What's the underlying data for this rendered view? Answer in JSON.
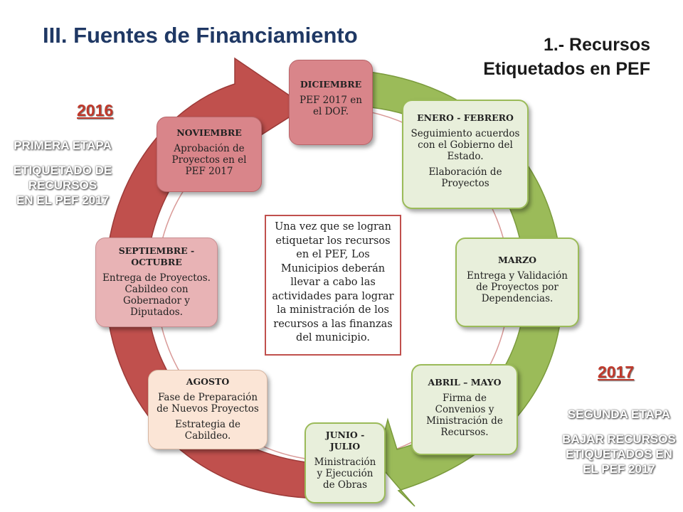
{
  "title": "III. Fuentes de Financiamiento",
  "subtitle": {
    "line1": "1.- Recursos",
    "line2": "Etiquetados en PEF"
  },
  "years": {
    "first": "2016",
    "second": "2017"
  },
  "stage_left": {
    "name": "PRIMERA ETAPA",
    "desc_line1": "ETIQUETADO DE",
    "desc_line2": "RECURSOS",
    "desc_line3": "EN EL PEF 2017"
  },
  "stage_right": {
    "name": "SEGUNDA ETAPA",
    "desc_line1": "BAJAR RECURSOS",
    "desc_line2": "ETIQUETADOS EN",
    "desc_line3": "EL PEF 2017"
  },
  "center_note": "Una vez que se logran etiquetar los recursos en el PEF, Los Municipios deberán llevar a cabo las actividades para lograr la ministración de los recursos a las finanzas del municipio.",
  "colors": {
    "red_arrow": "#c0504d",
    "green_arrow": "#9bbb59",
    "title": "#1f3864",
    "year": "#c0392b"
  },
  "steps": [
    {
      "title": "DICIEMBRE",
      "lines": [
        "PEF 2017 en el DOF."
      ]
    },
    {
      "title": "ENERO - FEBRERO",
      "lines": [
        "Seguimiento acuerdos con el Gobierno del Estado.",
        "Elaboración de Proyectos"
      ]
    },
    {
      "title": "MARZO",
      "lines": [
        "Entrega y Validación de Proyectos por Dependencias."
      ]
    },
    {
      "title": "ABRIL – MAYO",
      "lines": [
        "Firma de Convenios y Ministración de Recursos."
      ]
    },
    {
      "title": "JUNIO - JULIO",
      "lines": [
        "Ministración y Ejecución de Obras"
      ]
    },
    {
      "title": "AGOSTO",
      "lines": [
        "Fase de Preparación de Nuevos Proyectos",
        "Estrategia de Cabildeo."
      ]
    },
    {
      "title": "SEPTIEMBRE - OCTUBRE",
      "lines": [
        "Entrega de Proyectos. Cabildeo con Gobernador y Diputados."
      ]
    },
    {
      "title": "NOVIEMBRE",
      "lines": [
        "Aprobación de Proyectos en el PEF 2017"
      ]
    }
  ]
}
